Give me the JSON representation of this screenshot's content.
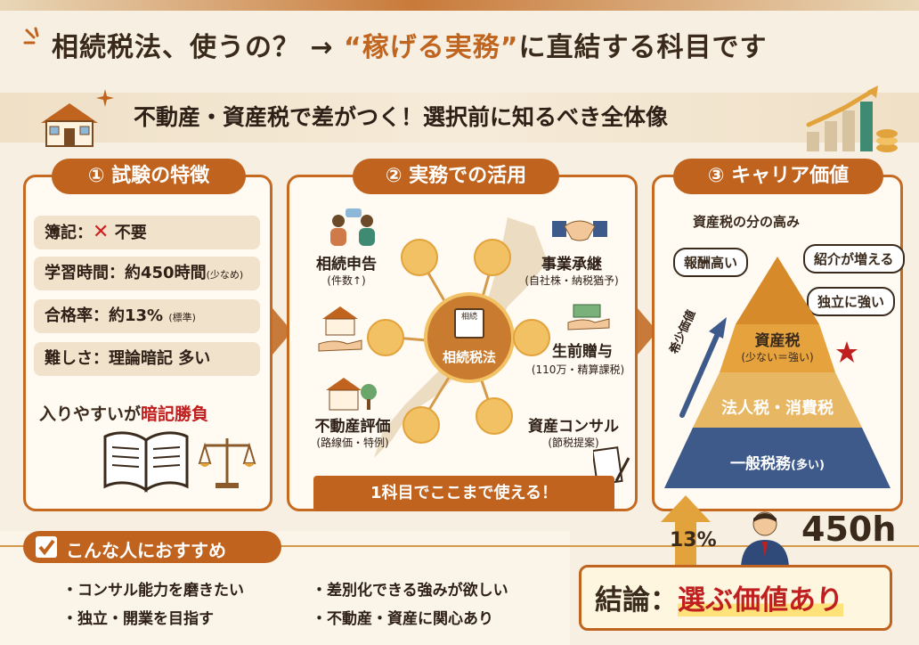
{
  "header": {
    "title_part1": "相続税法、使うの？ → ",
    "title_accent": "“稼げる実務”",
    "title_part2": "に直結する科目です",
    "subtitle": "不動産・資産税で差がつく！選択前に知るべき全体像"
  },
  "panel1": {
    "heading": "① 試験の特徴",
    "rows": [
      {
        "label": "簿記：",
        "mark": "✕",
        "value": "不要",
        "note": ""
      },
      {
        "label": "学習時間：",
        "mark": "",
        "value": "約450時間",
        "note": "(少なめ)"
      },
      {
        "label": "合格率：",
        "mark": "",
        "value": "約13%",
        "note": "(標準)"
      },
      {
        "label": "難しさ：",
        "mark": "",
        "value": "理論暗記 多い",
        "note": ""
      }
    ],
    "summary_prefix": "入りやすいが",
    "summary_highlight": "暗記勝負"
  },
  "panel2": {
    "heading": "② 実務での活用",
    "center_icon_text": "相続",
    "center_label": "相続税法",
    "nodes": [
      {
        "label": "相続申告",
        "sub": "(件数↑)"
      },
      {
        "label": "事業承継",
        "sub": "(自社株・納税猶予)"
      },
      {
        "label": "生前贈与",
        "sub": "(110万・精算課税)"
      },
      {
        "label": "資産コンサル",
        "sub": "(節税提案)"
      },
      {
        "label": "不動産評価",
        "sub": "(路線価・特例)"
      }
    ],
    "banner": "1科目でここまで使える！"
  },
  "panel3": {
    "heading": "③ キャリア価値",
    "caption": "資産税の分の高み",
    "bubbles": [
      "報酬高い",
      "紹介が増える",
      "独立に強い"
    ],
    "axis_label": "希少価値",
    "tiers": [
      {
        "label": "資産税",
        "sub": "(少ない＝強い)"
      },
      {
        "label": "法人税・消費税",
        "sub": ""
      },
      {
        "label": "一般税務",
        "sub": "(多い)"
      }
    ]
  },
  "footer": {
    "reco_heading": "こんな人におすすめ",
    "reco_items": [
      "・コンサル能力を磨きたい",
      "・差別化できる強みが欲しい",
      "・独立・開業を目指す",
      "・不動産・資産に関心あり"
    ],
    "stat_rate": "13%",
    "stat_hours": "450h",
    "conclusion_prefix": "結論：",
    "conclusion_highlight": "選ぶ価値あり"
  },
  "colors": {
    "accent": "#c0631e",
    "panel_border": "#c66a22",
    "background": "#f7efe1",
    "highlight_red": "#c01f1f",
    "pyramid_top": "#e6a23c",
    "pyramid_mid": "#e8b764",
    "pyramid_base": "#3d5a8a"
  }
}
